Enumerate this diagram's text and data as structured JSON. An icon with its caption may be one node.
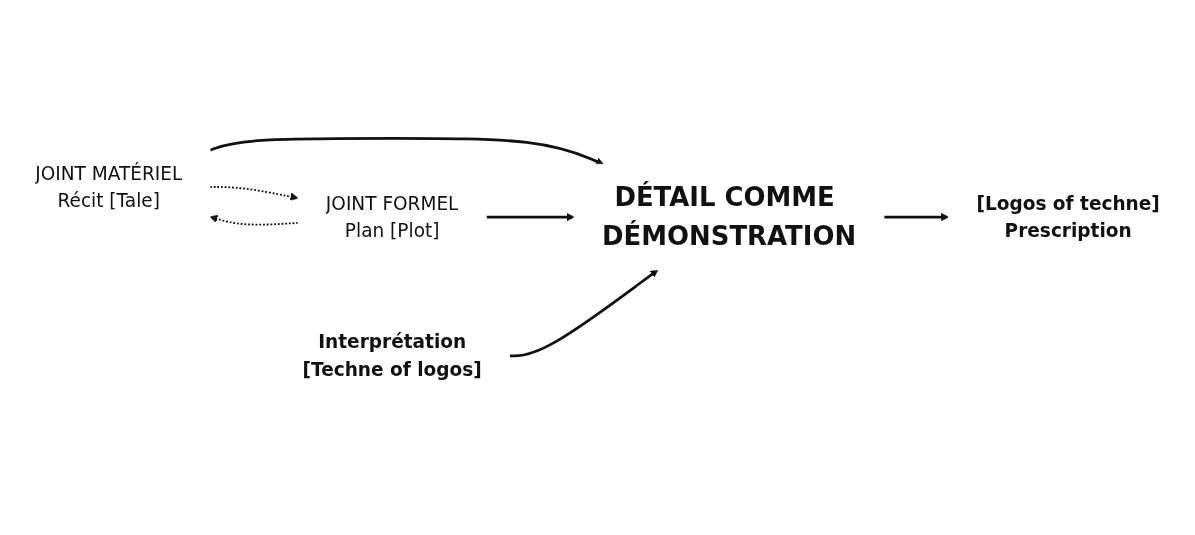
{
  "diagram": {
    "nodes": [
      {
        "text": [
          "DÉTAIL COMME DÉMONSTRATION"
        ]
      },
      {
        "text": [
          "[Logos of techne]",
          "Prescription"
        ]
      },
      {
        "text": [
          "JOINT MATÉRIEL",
          "Récit [Tale]"
        ]
      },
      {
        "text": [
          "JOINT FORMEL",
          "Plan [Plot]"
        ]
      },
      {
        "text": [
          "Interprétation",
          "[Techne of logos]"
        ]
      }
    ],
    "edges": [
      {
        "from": 0,
        "to": 1,
        "arrow": "to"
      },
      {
        "from": 2,
        "to": 0,
        "arrow": "to"
      },
      {
        "from": 3,
        "to": 0,
        "arrow": "to"
      },
      {
        "from": 4,
        "to": 0,
        "arrow": "to"
      },
      {
        "from": 3,
        "to": 2,
        "arrow": "to",
        "style": "dashed"
      },
      {
        "from": 2,
        "to": 3,
        "arrow": "to",
        "style": "dashed"
      }
    ]
  }
}
